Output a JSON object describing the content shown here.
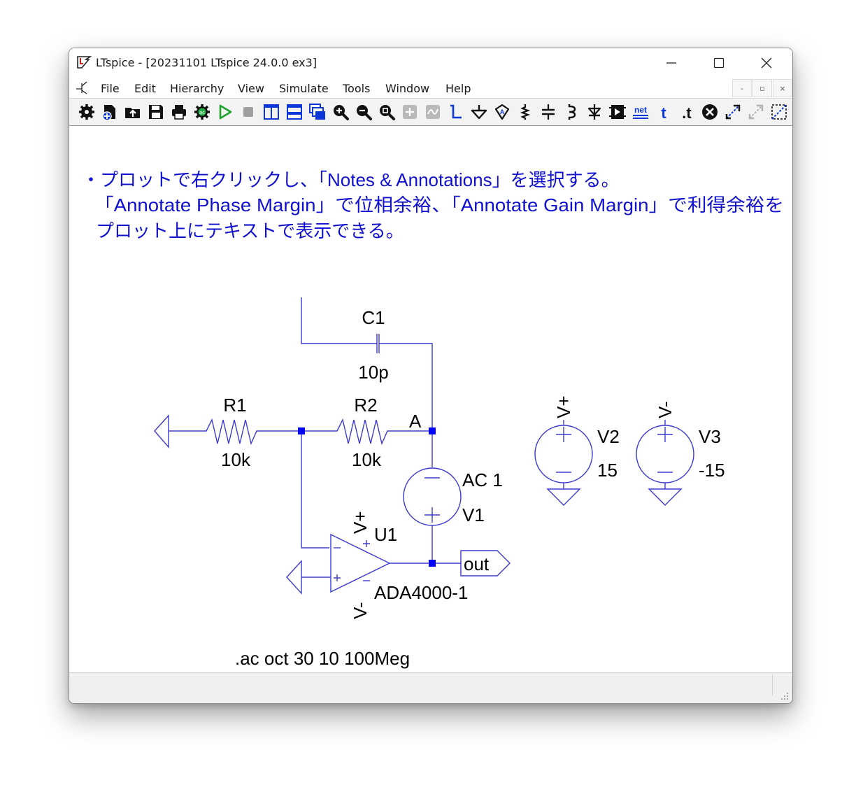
{
  "window": {
    "title": "LTspice - [20231101 LTspice 24.0.0 ex3]",
    "controls": {
      "minimize": "minimize",
      "maximize": "maximize",
      "close": "close"
    }
  },
  "menu": [
    "File",
    "Edit",
    "Hierarchy",
    "View",
    "Simulate",
    "Tools",
    "Window",
    "Help"
  ],
  "mdi_controls": [
    "-",
    "▫",
    "×"
  ],
  "toolbar": {
    "icons": [
      "settings-icon",
      "new-schematic-icon",
      "open-icon",
      "save-icon",
      "print-icon",
      "simulate-ac-icon",
      "run-icon",
      "halt-icon",
      "tile-vertical-icon",
      "tile-horizontal-icon",
      "cascade-icon",
      "zoom-in-icon",
      "zoom-out-icon",
      "zoom-fit-icon",
      "zoom-back-icon",
      "autorange-icon",
      "draw-wire-icon",
      "ground-icon",
      "label-net-icon",
      "resistor-icon",
      "capacitor-icon",
      "inductor-icon",
      "diode-icon",
      "component-icon",
      "spice-netlist-icon",
      "text-icon",
      "spice-directive-icon",
      "delete-icon",
      "move-icon",
      "drag-icon",
      "rotate-icon"
    ],
    "net_label": "net",
    "text_label": "t",
    "directive_label": ".t"
  },
  "annotation": {
    "line1": "・プロットで右クリックし、「Notes & Annotations」を選択する。",
    "line2": "「Annotate Phase Margin」で位相余裕、「Annotate Gain Margin」で利得余裕を",
    "line3": "プロット上にテキストで表示できる。"
  },
  "components": {
    "C1": {
      "name": "C1",
      "value": "10p"
    },
    "R1": {
      "name": "R1",
      "value": "10k"
    },
    "R2": {
      "name": "R2",
      "value": "10k"
    },
    "node_a": "A",
    "V1": {
      "name": "V1",
      "value": "AC 1"
    },
    "U1": {
      "name": "U1",
      "model": "ADA4000-1",
      "vplus": "V+",
      "vminus": "V-"
    },
    "out_label": "out",
    "V2": {
      "name": "V2",
      "value": "15",
      "net": "V+"
    },
    "V3": {
      "name": "V3",
      "value": "-15",
      "net": "V-"
    }
  },
  "directive": ".ac oct 30 10 100Meg",
  "colors": {
    "wire": "#3b3bd0",
    "annotation_text": "#1010d0",
    "junction": "#0000ff",
    "label_text": "#000000"
  }
}
